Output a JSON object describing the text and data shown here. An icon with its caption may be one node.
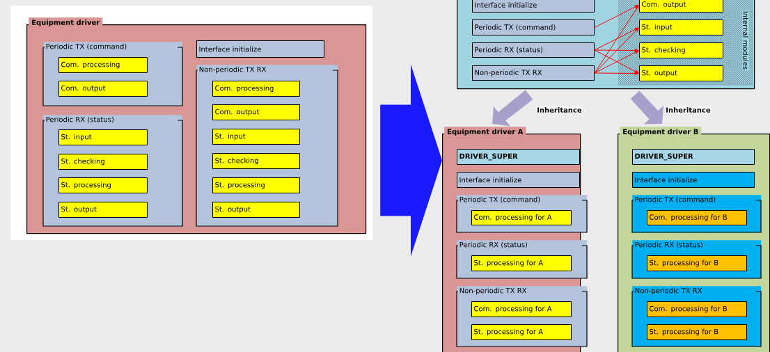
{
  "diagram": {
    "nodes": [
      {
        "text": [
          "Equipment driver"
        ]
      },
      {
        "text": [
          "Periodic TX (command)"
        ],
        "in": 0
      },
      {
        "text": [
          "Com. processing"
        ],
        "in": 1
      },
      {
        "text": [
          "Com. output"
        ],
        "in": 1
      },
      {
        "text": [
          "Periodic RX (status)"
        ],
        "in": 0
      },
      {
        "text": [
          "St. input"
        ],
        "in": 4
      },
      {
        "text": [
          "St. checking"
        ],
        "in": 4
      },
      {
        "text": [
          "St. processing"
        ],
        "in": 4
      },
      {
        "text": [
          "St. output"
        ],
        "in": 4
      },
      {
        "text": [
          "Interface initialize"
        ],
        "in": 0
      },
      {
        "text": [
          "Non-periodic TX RX"
        ],
        "in": 0
      },
      {
        "text": [
          "Com. processing"
        ],
        "in": 10
      },
      {
        "text": [
          "Com. output"
        ],
        "in": 10
      },
      {
        "text": [
          "St. input"
        ],
        "in": 10
      },
      {
        "text": [
          "St. checking"
        ],
        "in": 10
      },
      {
        "text": [
          "St. processing"
        ],
        "in": 10
      },
      {
        "text": [
          "St. output"
        ],
        "in": 10
      },
      {
        "text": [],
        "shape": "box"
      },
      {
        "text": [
          "Interface initialize"
        ],
        "in": 17
      },
      {
        "text": [
          "Periodic TX (command)"
        ],
        "in": 17
      },
      {
        "text": [
          "Periodic RX (status)"
        ],
        "in": 17
      },
      {
        "text": [
          "Non-periodic TX RX"
        ],
        "in": 17
      },
      {
        "text": [
          "Internal modules"
        ],
        "in": 17
      },
      {
        "text": [
          "Com. output"
        ],
        "in": 22
      },
      {
        "text": [
          "St. input"
        ],
        "in": 22
      },
      {
        "text": [
          "St. checking"
        ],
        "in": 22
      },
      {
        "text": [
          "St. output"
        ],
        "in": 22
      },
      {
        "text": [
          "Equipment driver A"
        ]
      },
      {
        "text": [
          "DRIVER_SUPER"
        ],
        "in": 27
      },
      {
        "text": [
          "Interface initialize"
        ],
        "in": 27
      },
      {
        "text": [
          "Periodic TX (command)"
        ],
        "in": 27
      },
      {
        "text": [
          "Com. processing for A"
        ],
        "in": 30
      },
      {
        "text": [
          "Periodic RX (status)"
        ],
        "in": 27
      },
      {
        "text": [
          "St. processing for A"
        ],
        "in": 32
      },
      {
        "text": [
          "Non-periodic TX RX"
        ],
        "in": 27
      },
      {
        "text": [
          "Com. processing for A"
        ],
        "in": 34
      },
      {
        "text": [
          "St. processing for A"
        ],
        "in": 34
      },
      {
        "text": [
          "Equipment driver B"
        ]
      },
      {
        "text": [
          "DRIVER_SUPER"
        ],
        "in": 37
      },
      {
        "text": [
          "Interface initialize"
        ],
        "in": 37
      },
      {
        "text": [
          "Periodic TX (command)"
        ],
        "in": 37
      },
      {
        "text": [
          "Com. processing for B"
        ],
        "in": 40
      },
      {
        "text": [
          "Periodic RX (status)"
        ],
        "in": 37
      },
      {
        "text": [
          "St. processing for B"
        ],
        "in": 42
      },
      {
        "text": [
          "Non-periodic TX RX"
        ],
        "in": 37
      },
      {
        "text": [
          "Com. processing for B"
        ],
        "in": 44
      },
      {
        "text": [
          "St. processing for B"
        ],
        "in": 44
      }
    ],
    "edges": [
      {
        "from": 0,
        "to": 27,
        "arrow": "to",
        "style": "thick",
        "color": "#1a1aff"
      },
      {
        "from": 17,
        "to": 27,
        "arrow": "to",
        "label": "Inheritance",
        "style": "thick",
        "color": "#a99fcb"
      },
      {
        "from": 17,
        "to": 37,
        "arrow": "to",
        "label": "Inheritance",
        "style": "thick",
        "color": "#a99fcb"
      },
      {
        "from": 19,
        "to": 23,
        "arrow": "to"
      },
      {
        "from": 20,
        "to": 24,
        "arrow": "to"
      },
      {
        "from": 20,
        "to": 25,
        "arrow": "to"
      },
      {
        "from": 20,
        "to": 26,
        "arrow": "to"
      },
      {
        "from": 21,
        "to": 23,
        "arrow": "to"
      },
      {
        "from": 21,
        "to": 24,
        "arrow": "to"
      },
      {
        "from": 21,
        "to": 25,
        "arrow": "to"
      },
      {
        "from": 21,
        "to": 26,
        "arrow": "to"
      }
    ]
  }
}
